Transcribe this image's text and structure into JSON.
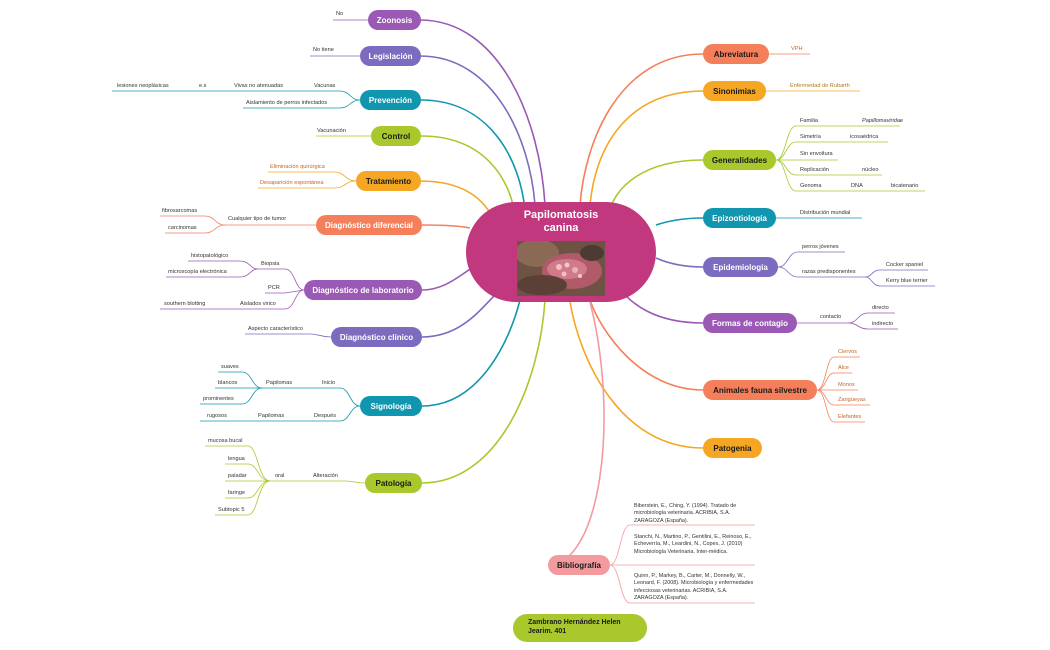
{
  "central": {
    "title": "Papilomatosis\ncanina"
  },
  "left_branches": {
    "zoonosis": {
      "label": "Zoonosis",
      "items": [
        "No"
      ]
    },
    "legislacion": {
      "label": "Legislación",
      "items": [
        "No tiene"
      ]
    },
    "prevencion": {
      "label": "Prevención",
      "vacunas": "Vacunas",
      "vivas": "Vivas no atenuadas",
      "es": "e.s",
      "lesiones": "lesiones neoplásicas",
      "aislamiento": "Aislamiento de perros infectados"
    },
    "control": {
      "label": "Control",
      "items": [
        "Vacunación"
      ]
    },
    "tratamiento": {
      "label": "Tratamiento",
      "items": [
        "Eliminación quirúrgica",
        "Desaparición espontánea"
      ]
    },
    "diag_diferencial": {
      "label": "Diagnóstico diferencial",
      "tumor": "Cualquier tipo de tumor",
      "fibro": "fibrosarcomas",
      "carc": "carcinomas"
    },
    "diag_laboratorio": {
      "label": "Diagnóstico de laboratorio",
      "biopsia": "Biopsia",
      "histo": "histopatológico",
      "micro": "microscopía electrónica",
      "pcr": "PCR",
      "aislados": "Aislados virico",
      "southern": "southern blotting"
    },
    "diag_clinico": {
      "label": "Diagnóstico clínico",
      "items": [
        "Aspecto característico"
      ]
    },
    "signologia": {
      "label": "Signología",
      "inicio": "Inicio",
      "papilomas": "Papilomas",
      "suaves": "suaves",
      "blancos": "blancos",
      "prominentes": "prominentes",
      "despues": "Después",
      "papilomas2": "Papilomas",
      "rugosos": "rugosos"
    },
    "patologia": {
      "label": "Patología",
      "alteracion": "Alteración",
      "oral": "oral",
      "items": [
        "mucosa bucal",
        "lengua",
        "paladar",
        "faringe",
        "Subtopic 5"
      ]
    }
  },
  "right_branches": {
    "abreviatura": {
      "label": "Abreviatura",
      "items": [
        "VPH"
      ]
    },
    "sinonimias": {
      "label": "Sinonimias",
      "items": [
        "Enfermedad de Rubarth"
      ]
    },
    "generalidades": {
      "label": "Generalidades",
      "familia": "Familia",
      "papiloma": "Papillomaviridae",
      "simetria": "Simetría",
      "icosa": "icosaédrica",
      "envoltura": "Sin envoltura",
      "replicacion": "Replicación",
      "nucleo": "núcleo",
      "genoma": "Genoma",
      "dna": "DNA",
      "bicatenario": "bicatenario"
    },
    "epizootiologia": {
      "label": "Epizootiología",
      "items": [
        "Distribución mundial"
      ]
    },
    "epidemiologia": {
      "label": "Epidemiología",
      "jovenes": "perros jóvenes",
      "razas": "razas predisponentes",
      "cocker": "Cocker spaniel",
      "kerry": "Kerry blue terrier"
    },
    "formas": {
      "label": "Formas de contagio",
      "contacto": "contacto",
      "directo": "directo",
      "indirecto": "indirecto"
    },
    "animales": {
      "label": "Animales fauna silvestre",
      "items": [
        "Ciervos",
        "Alce",
        "Monos",
        "Zarigüeyas",
        "Elefantes"
      ]
    },
    "patogenia": {
      "label": "Patogenia"
    },
    "bibliografia": {
      "label": "Bibliografía",
      "refs": [
        "Biberstein, E., Ching, Y. (1994). Tratado de microbiología veterinaria. ACRIBIA, S.A. ZARAGOZA (España).",
        "Stanchi, N., Martino, P., Gentilini, E., Reinoso, E., Echeverría, M., Leardini, N., Copes, J. (2010) Microbiología Veterinaria. Inter-médica.",
        "Quinn, P., Markey, B., Carter, M., Donnelly, W., Leonard, F. (2008). Microbiología y enfermedades infecciosas veterinarias. ACRIBIA, S.A. ZARAGOZA (España)."
      ]
    }
  },
  "footer": {
    "name": "Zambrano Hernández Helen\nJearim. 401"
  },
  "colors": {
    "purple": "#9b59b6",
    "violet": "#7c6bbf",
    "teal": "#1196b0",
    "lime": "#a8c82c",
    "orange": "#f5a623",
    "coral": "#f47f5a",
    "magenta": "#c2387e",
    "pink": "#f39a9e",
    "salmon": "#f47f5a"
  }
}
